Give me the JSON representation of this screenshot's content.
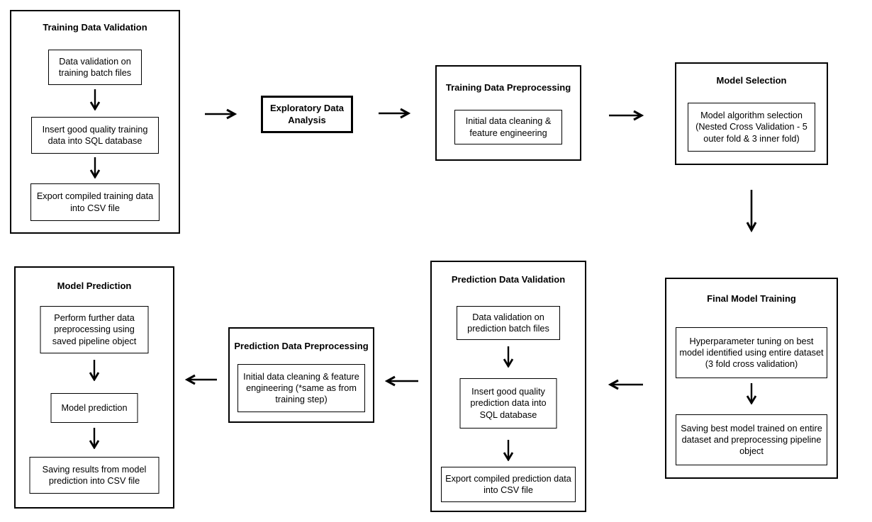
{
  "page": {
    "background": "#ffffff",
    "line_color": "#000000",
    "text_color": "#000000"
  },
  "diagram": {
    "stages": {
      "training_data_validation": {
        "title": "Training Data Validation",
        "steps": [
          "Data validation on training batch files",
          "Insert good quality training data into SQL database",
          "Export compiled training data into CSV file"
        ]
      },
      "exploratory_data_analysis": {
        "title": "Exploratory Data Analysis"
      },
      "training_data_preprocessing": {
        "title": "Training Data Preprocessing",
        "steps": [
          "Initial data cleaning & feature engineering"
        ]
      },
      "model_selection": {
        "title": "Model Selection",
        "steps": [
          "Model algorithm selection (Nested Cross Validation - 5 outer fold & 3 inner fold)"
        ]
      },
      "final_model_training": {
        "title": "Final Model Training",
        "steps": [
          "Hyperparameter tuning on best model identified using entire dataset (3 fold cross validation)",
          "Saving best model trained on entire dataset and preprocessing pipeline object"
        ]
      },
      "prediction_data_validation": {
        "title": "Prediction Data Validation",
        "steps": [
          "Data validation on prediction batch files",
          "Insert good quality prediction data into SQL database",
          "Export compiled prediction data into CSV file"
        ]
      },
      "prediction_data_preprocessing": {
        "title": "Prediction Data Preprocessing",
        "steps": [
          "Initial data cleaning & feature engineering (*same as from training step)"
        ]
      },
      "model_prediction": {
        "title": "Model Prediction",
        "steps": [
          "Perform further data preprocessing using saved pipeline object",
          "Model prediction",
          "Saving results from model prediction into CSV file"
        ]
      }
    }
  }
}
